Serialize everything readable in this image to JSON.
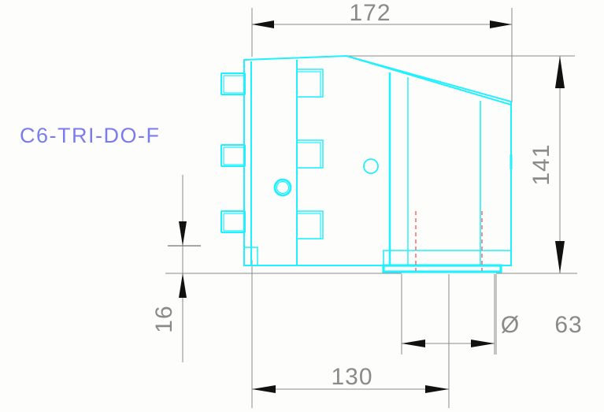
{
  "drawing": {
    "part_label": "C6-TRI-DO-F",
    "label_color": "#7b7bf0",
    "geometry_color": "#20f0ff",
    "dimension_color": "#8a8a8a",
    "centerline_color": "#ff7070",
    "background_color": "#fdfefb",
    "view_type": "side-elevation"
  },
  "dimensions": {
    "overall_width": {
      "value": "172",
      "position": "top",
      "unit": "mm",
      "arrow_style": "outward-filled"
    },
    "overall_height": {
      "value": "141",
      "position": "right",
      "unit": "mm",
      "orientation": "vertical-rotated",
      "arrow_style": "outward-filled"
    },
    "base_offset": {
      "value": "16",
      "position": "left",
      "unit": "mm",
      "orientation": "vertical-rotated",
      "arrow_style": "inward-filled"
    },
    "base_width": {
      "value": "130",
      "position": "bottom",
      "unit": "mm",
      "arrow_style": "outward-filled"
    },
    "hole_spacing": {
      "symbol": "Ø",
      "value": "63",
      "position": "bottom-right",
      "unit": "mm",
      "arrow_style": "outward-filled"
    }
  },
  "features": {
    "left_flanges_count": 3,
    "right_tabs_count": 3,
    "holes_count": 2,
    "centerlines_count": 2,
    "base_plate": "present"
  }
}
